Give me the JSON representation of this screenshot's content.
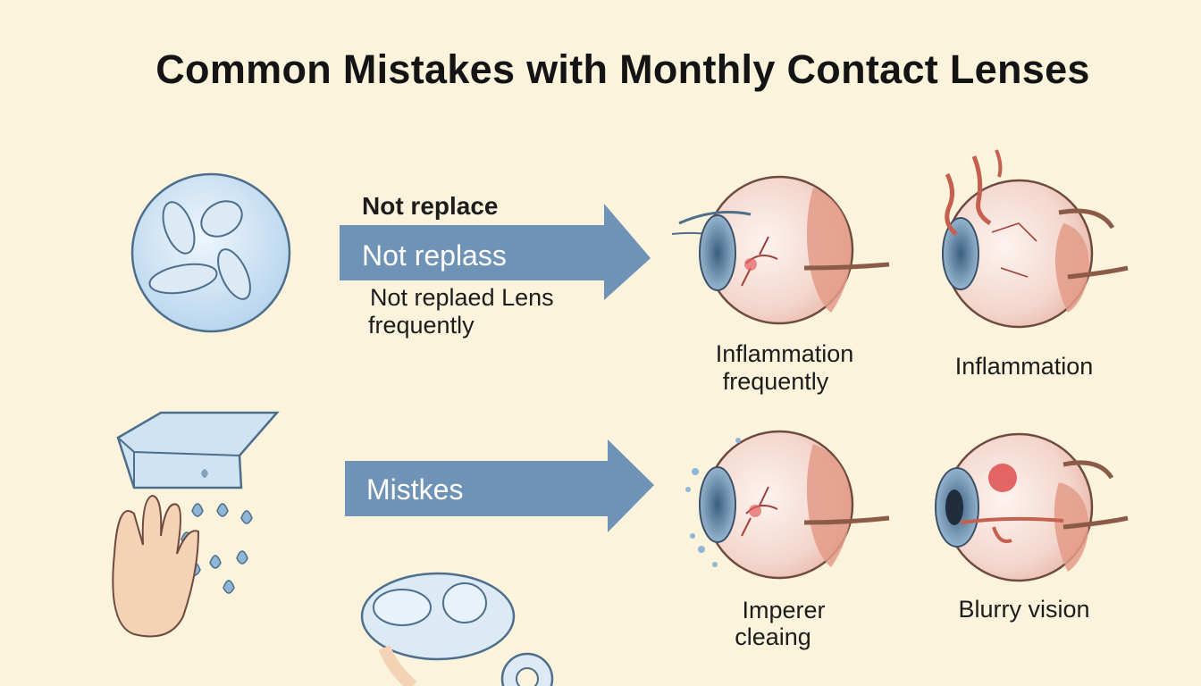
{
  "title": "Common Mistakes with Monthly Contact Lenses",
  "row1": {
    "heading": "Not replace",
    "arrow_label": "Not replass",
    "description_line1": "Not replaed Lens",
    "description_line2": "frequently",
    "effect1_line1": "Inflammation",
    "effect1_line2": "frequently",
    "effect2": "Inflammation"
  },
  "row2": {
    "arrow_label": "Mistkes",
    "effect1_line1": "Imperer",
    "effect1_line2": "cleaing",
    "effect2": "Blurry vision"
  },
  "colors": {
    "background": "#fbf3dc",
    "arrow": "#6f93b6",
    "lens": "#cfe3f3",
    "eye_redness": "#e39b88",
    "iris": "#7fa3c2"
  }
}
